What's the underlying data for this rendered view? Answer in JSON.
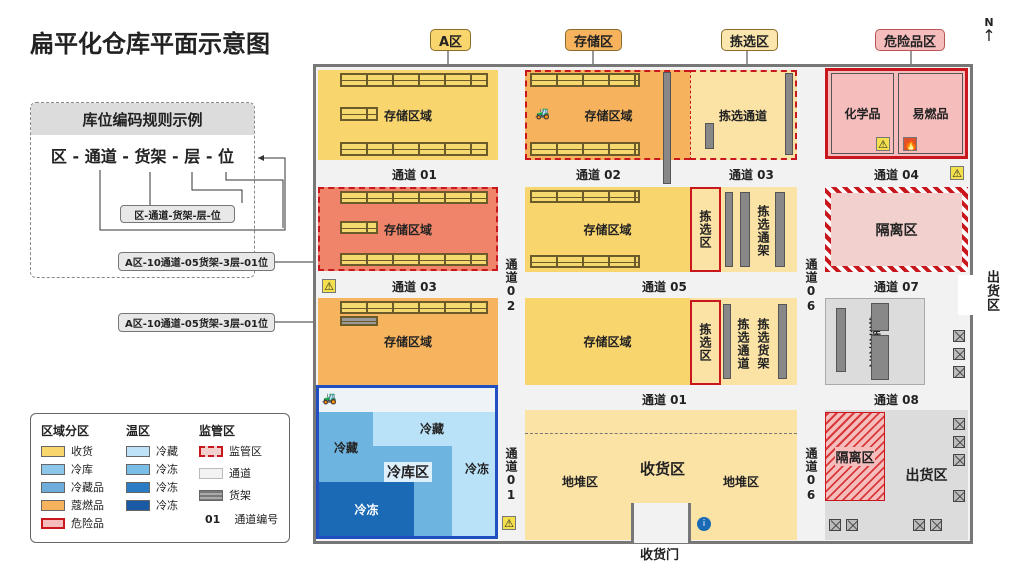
{
  "title": "扁平化仓库平面示意图",
  "compass": "N",
  "code_panel": {
    "header": "库位编码规则示例",
    "format": "区 - 通道 - 货架 - 层 - 位",
    "format_pill": "区-通道-货架-层-位",
    "examples": [
      "A区-10通道-05货架-3层-01位",
      "A区-10通道-05货架-3层-01位"
    ]
  },
  "callouts": [
    "A区",
    "存储区",
    "拣选区",
    "危险品区"
  ],
  "zones": {
    "storage": "存储区域",
    "pick_aisle": "拣选通道",
    "chem": "化学品",
    "flammable": "易燃品",
    "pick_zone": "拣选区",
    "pick_rack": "拣选通架",
    "pick_shelf": "拣选货架",
    "isolation": "隔离区",
    "cold_store": "冷库区",
    "chilled": "冷藏",
    "frozen": "冷冻",
    "receiving": "收货区",
    "floor_stack": "地堆区",
    "receiving_door": "收货门",
    "shipping": "出货区"
  },
  "aisles": {
    "a01": "通道 01",
    "a02": "通道 02",
    "a03": "通道 03",
    "a04": "通道 04",
    "a05": "通道 05",
    "a07": "通道 07",
    "a08": "通道 08",
    "v02": "通道02",
    "v06": "通道06",
    "v01": "通道01"
  },
  "legend": {
    "h1": "区域分区",
    "h2": "温区",
    "h3": "监管区",
    "zones": [
      "收货",
      "冷库",
      "冷藏品",
      "蔻燃品",
      "危险品"
    ],
    "temps": [
      "冷藏",
      "冷冻",
      "冷冻",
      "冷冻"
    ],
    "supervision": [
      "监管区",
      "通道",
      "货架"
    ],
    "num": "01",
    "num_label": "通道编号"
  },
  "colors": {
    "yellow": "#F9D56E",
    "orange": "#F6B25C",
    "red": "#C8181E",
    "pink": "#F6BDBD",
    "blue": "#1F4FC0"
  }
}
